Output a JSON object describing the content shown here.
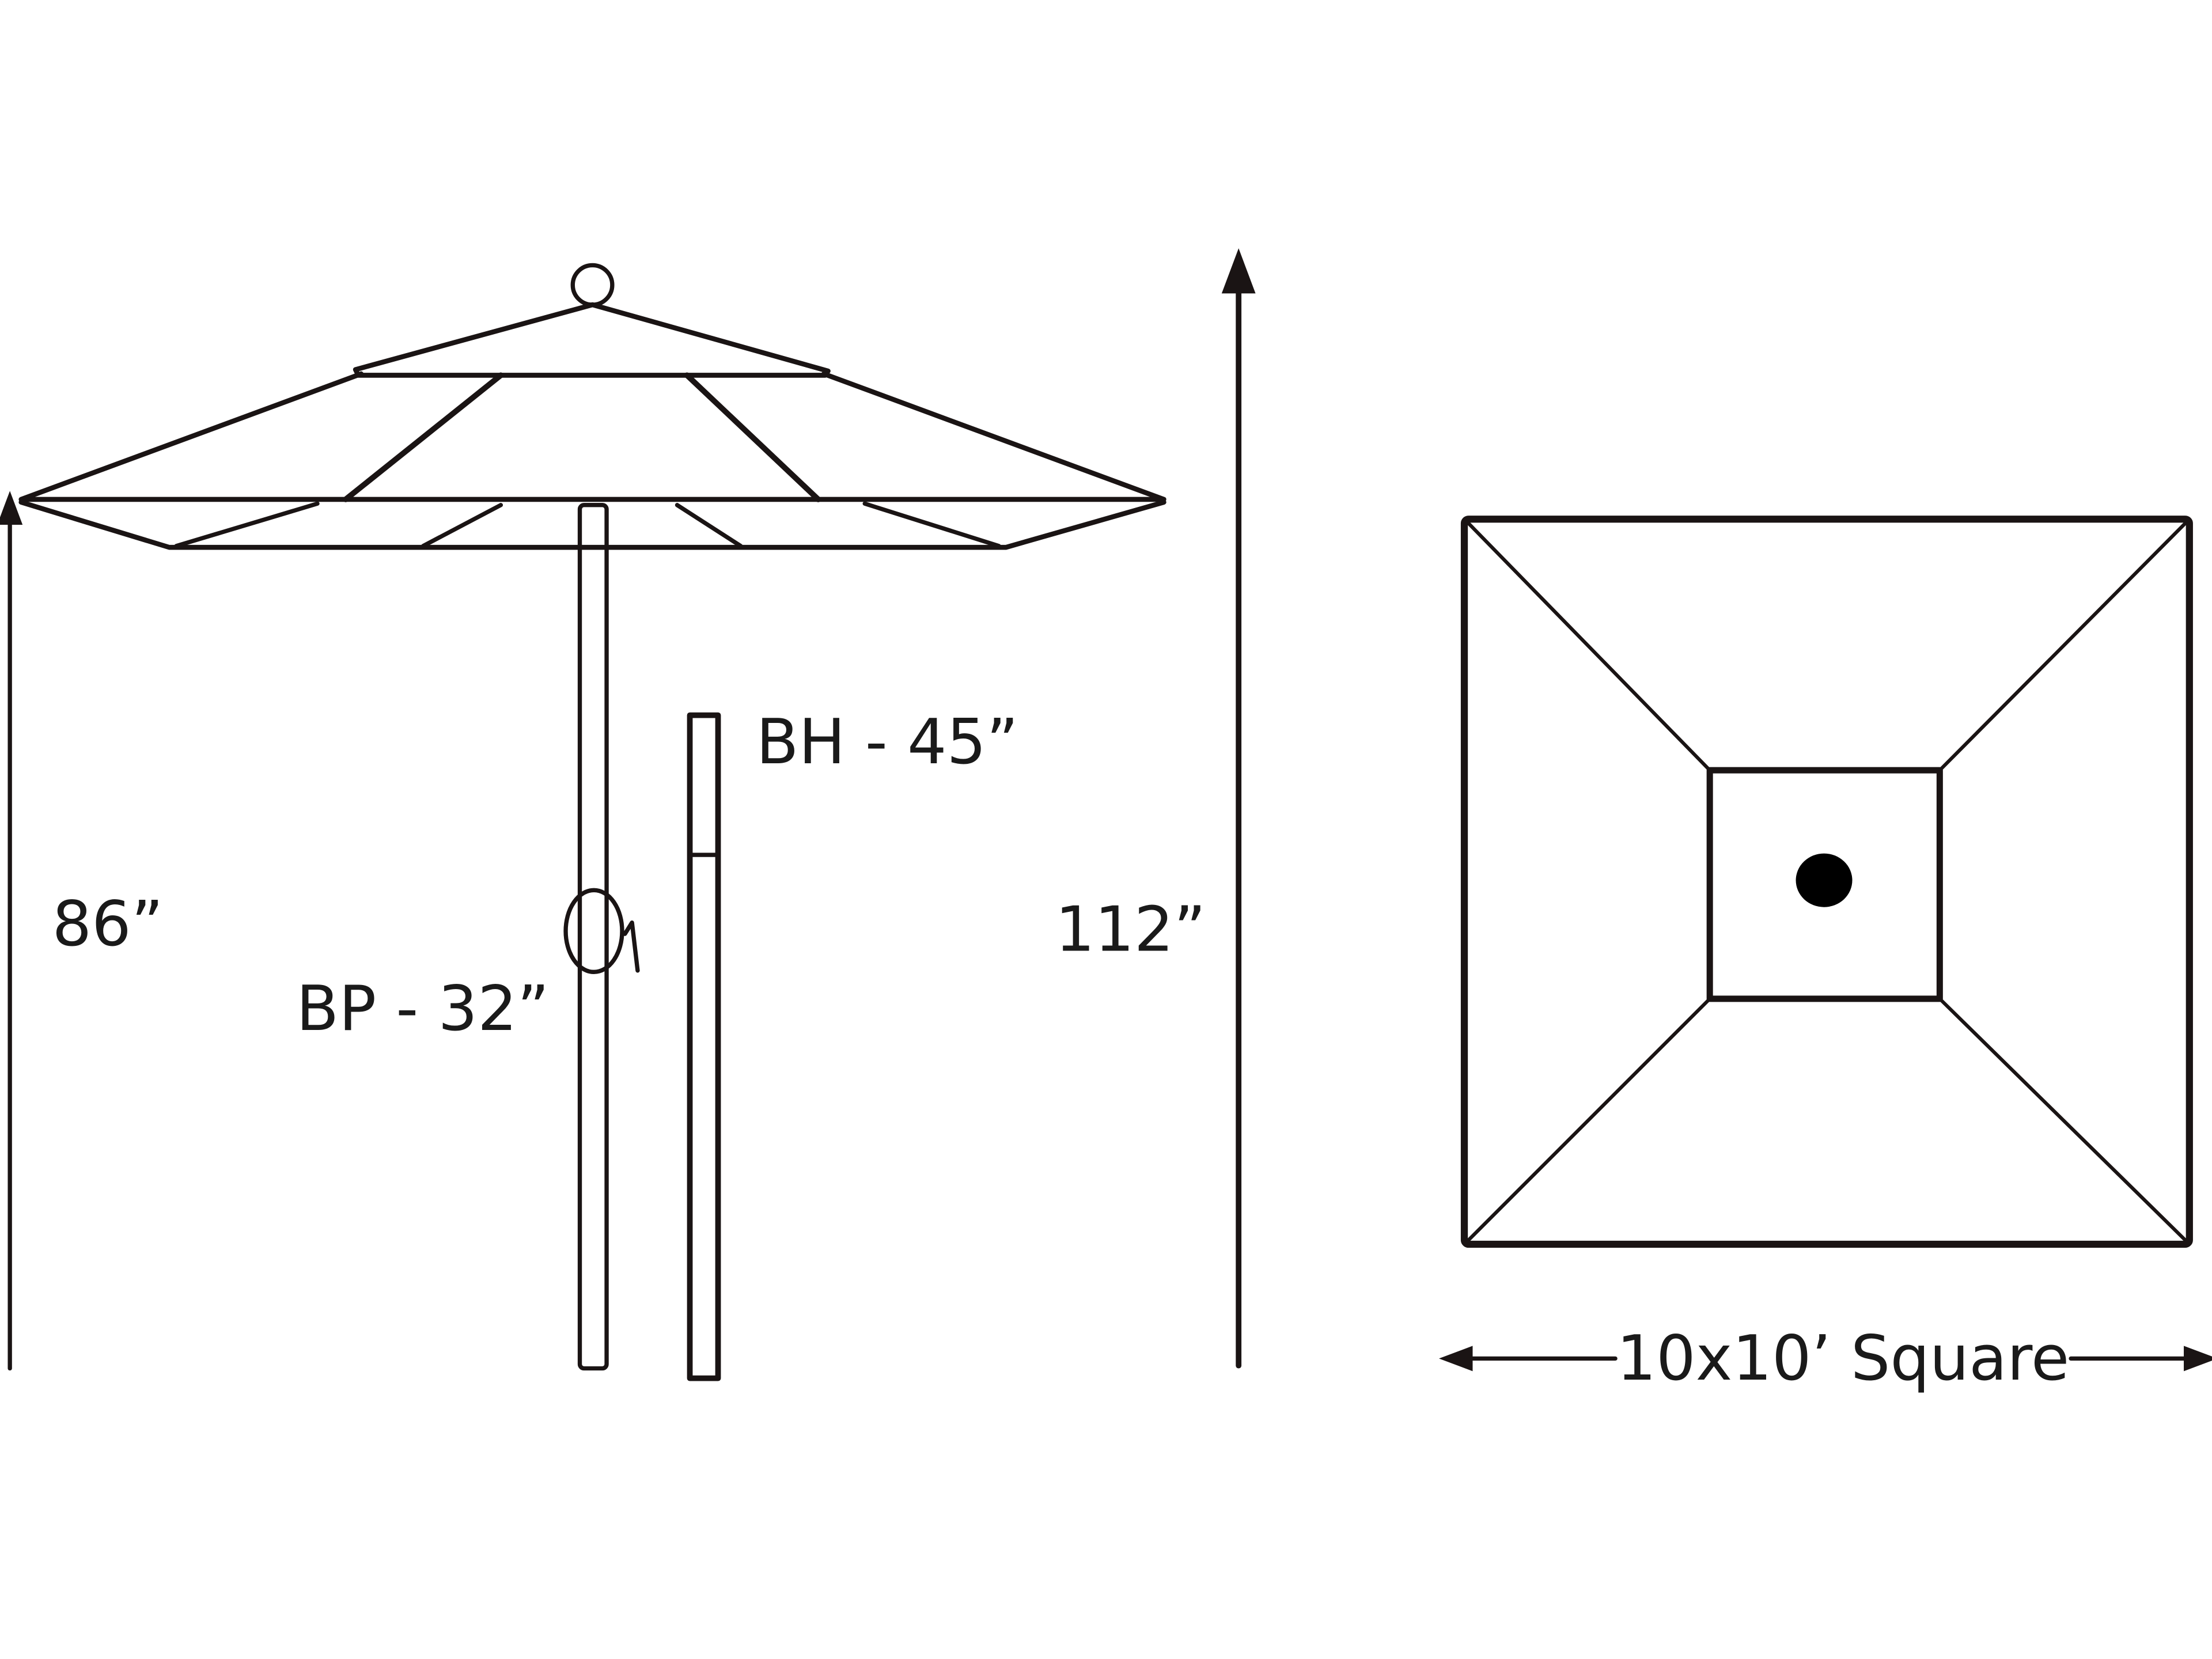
{
  "labels": {
    "open_height": "86”",
    "base_pole": "BP - 32”",
    "bottom_hub": "BH - 45”",
    "overall_height": "112”",
    "canopy_size": "10x10’ Square"
  },
  "colors": {
    "line": "#1a1414",
    "background": "#ffffff"
  }
}
